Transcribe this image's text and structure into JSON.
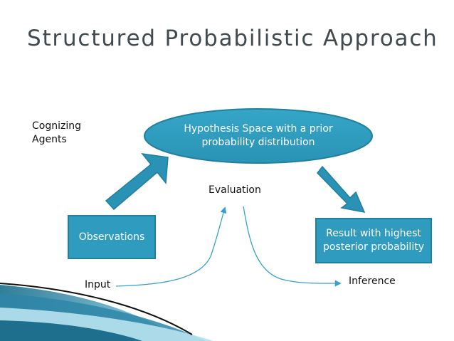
{
  "title": "Structured Probabilistic Approach",
  "agents_label": "Cognizing Agents",
  "hypothesis": "Hypothesis Space with a prior probability distribution",
  "observations": "Observations",
  "result": "Result with highest posterior probability",
  "evaluation_label": "Evaluation",
  "input_label": "Input",
  "inference_label": "Inference",
  "colors": {
    "title": "#414a4f",
    "node_fill": "#2f9bbf",
    "node_border": "#22809f",
    "arrow_fill": "#2a93b5",
    "curve": "#3a9fcc"
  }
}
